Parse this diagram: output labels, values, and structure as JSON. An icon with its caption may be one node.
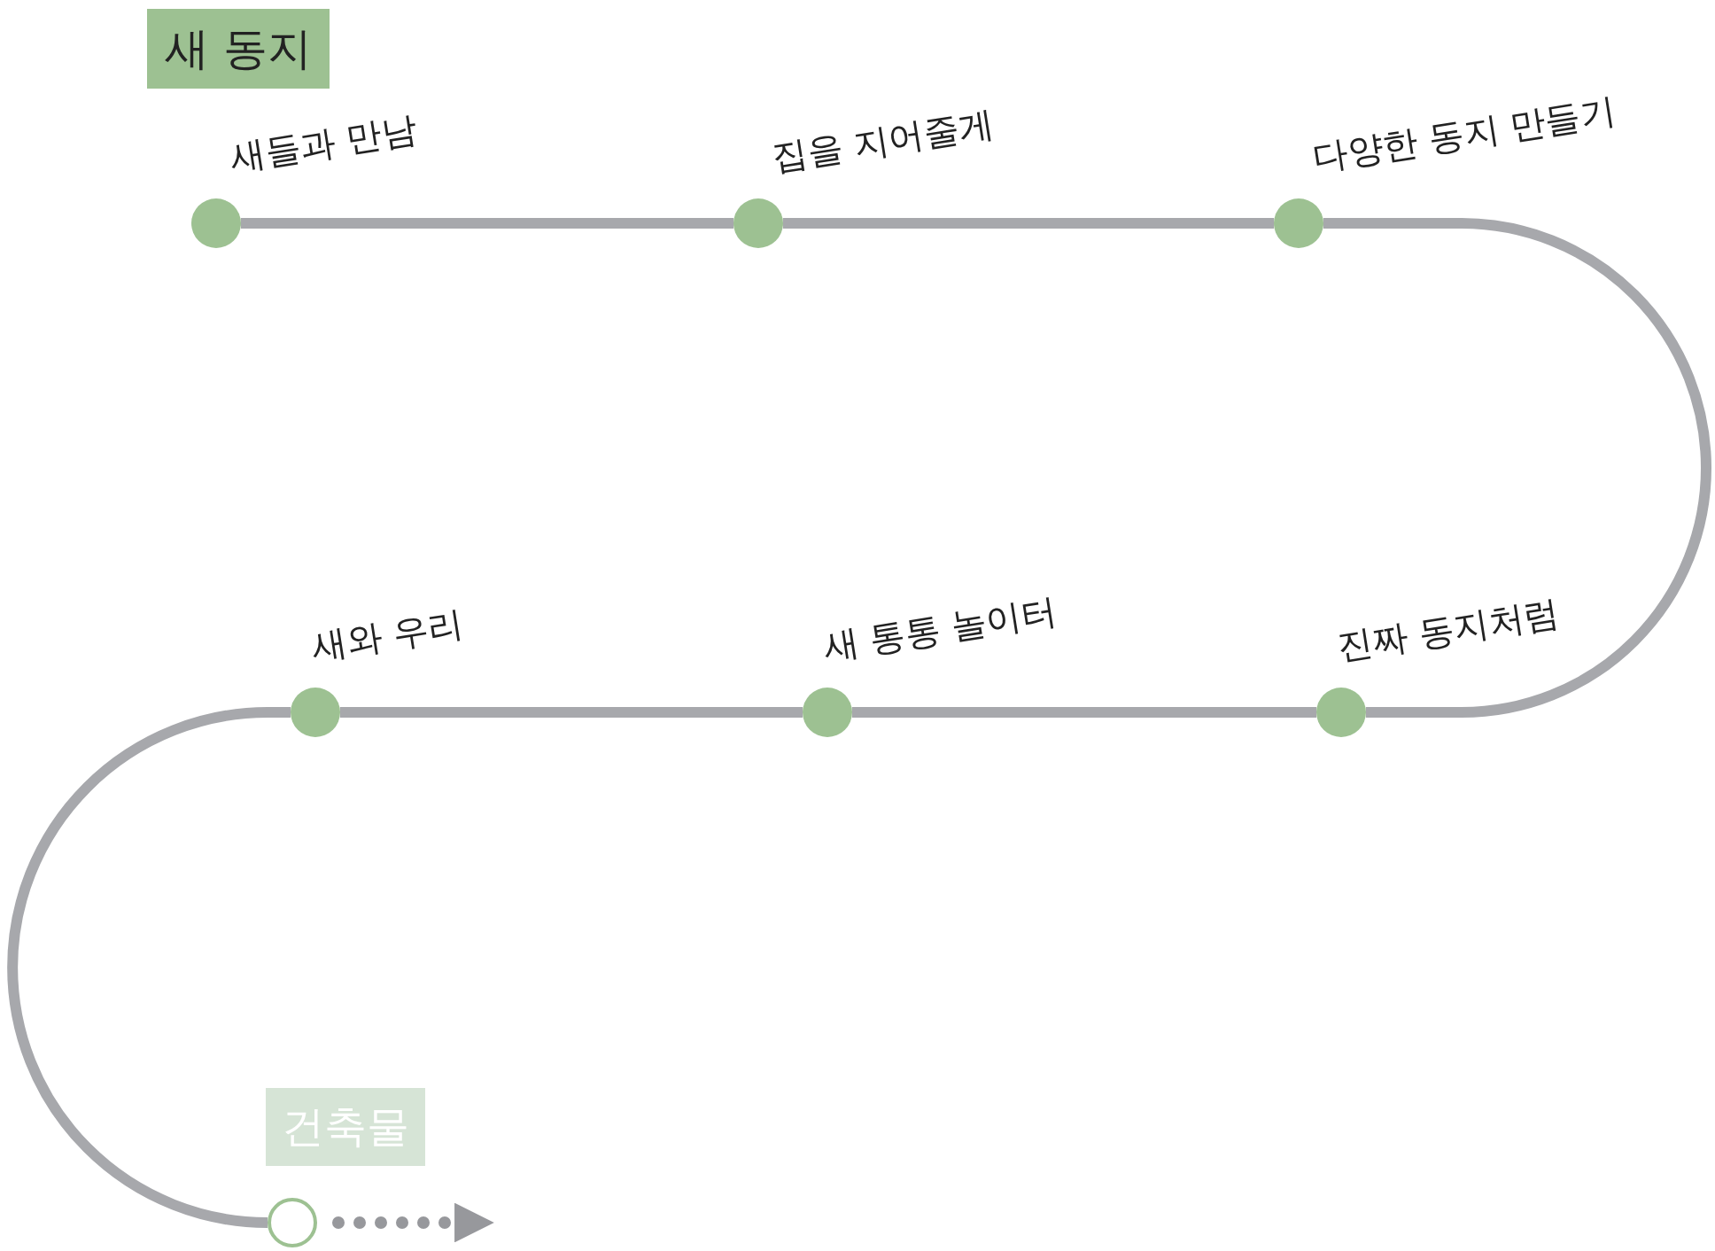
{
  "diagram": {
    "title": "새 동지",
    "nodes": [
      {
        "text": [],
        "shape": "circle",
        "beside": [
          "새들과 만남"
        ]
      },
      {
        "text": [],
        "shape": "circle",
        "beside": [
          "집을 지어줄게"
        ]
      },
      {
        "text": [],
        "shape": "circle",
        "beside": [
          "다양한 동지 만들기"
        ]
      },
      {
        "text": [],
        "shape": "circle",
        "beside": [
          "새와 우리"
        ]
      },
      {
        "text": [],
        "shape": "circle",
        "beside": [
          "새 통통 놀이터"
        ]
      },
      {
        "text": [],
        "shape": "circle",
        "beside": [
          "진짜 동지처럼"
        ]
      },
      {
        "text": [],
        "shape": "ring",
        "beside": [
          "건축물"
        ]
      }
    ],
    "edges": [
      {
        "from": 0,
        "to": 1,
        "arrow": "none"
      },
      {
        "from": 1,
        "to": 2,
        "arrow": "none"
      },
      {
        "from": 2,
        "to": 5,
        "arrow": "none"
      },
      {
        "from": 5,
        "to": 4,
        "arrow": "none"
      },
      {
        "from": 4,
        "to": 3,
        "arrow": "none"
      },
      {
        "from": 3,
        "to": 6,
        "arrow": "none"
      },
      {
        "from": 6,
        "to": null,
        "arrow": "to",
        "style": "dashed"
      }
    ]
  }
}
